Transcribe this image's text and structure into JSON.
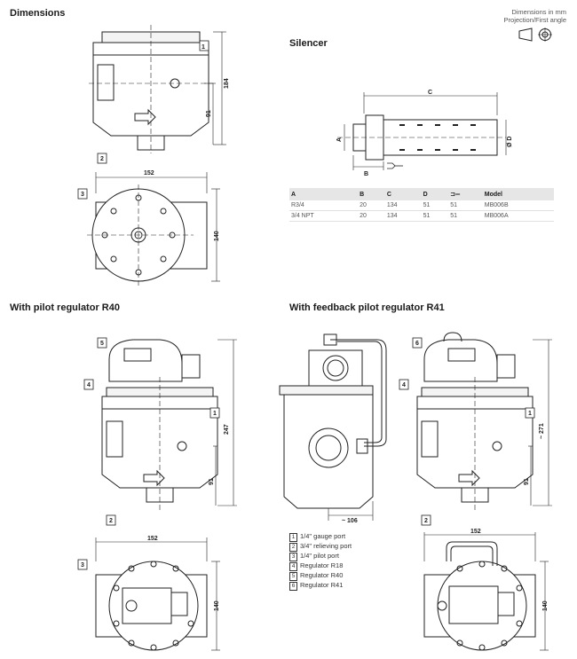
{
  "titles": {
    "dimensions": "Dimensions",
    "silencer": "Silencer",
    "pilot_r40": "With pilot regulator R40",
    "feedback_r41": "With feedback pilot regulator R41"
  },
  "units_note": {
    "line1": "Dimensions in mm",
    "line2": "Projection/First angle"
  },
  "silencer_table": {
    "headers": [
      "A",
      "B",
      "C",
      "D",
      "",
      "Model"
    ],
    "rows": [
      [
        "R3/4",
        "20",
        "134",
        "51",
        "51",
        "MB006B"
      ],
      [
        "3/4 NPT",
        "20",
        "134",
        "51",
        "51",
        "MB006A"
      ]
    ]
  },
  "dim_labels": {
    "d184": "184",
    "d91": "91",
    "d152": "152",
    "d140": "140",
    "d247": "247",
    "d106": "~ 106",
    "d271": "~ 271",
    "sil_c": "C",
    "sil_a": "A",
    "sil_b": "B",
    "sil_d": "Ø D"
  },
  "callouts": [
    "1",
    "2",
    "3",
    "4",
    "5",
    "6"
  ],
  "legend": [
    {
      "num": "1",
      "text": "1/4\" gauge port"
    },
    {
      "num": "2",
      "text": "3/4\" relieving port"
    },
    {
      "num": "3",
      "text": "1/4\" pilot port"
    },
    {
      "num": "4",
      "text": "Regulator R18"
    },
    {
      "num": "5",
      "text": "Regulator R40"
    },
    {
      "num": "6",
      "text": "Regulator R41"
    }
  ]
}
